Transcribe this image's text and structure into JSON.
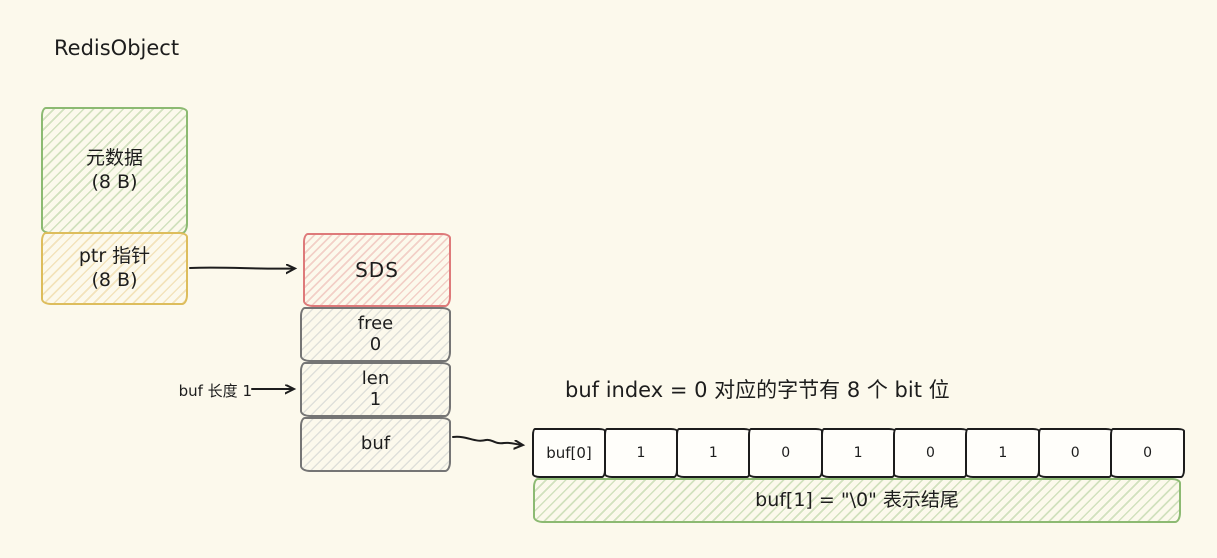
{
  "title": "RedisObject",
  "redis_object": {
    "metadata": {
      "line1": "元数据",
      "line2": "(8 B)"
    },
    "ptr": {
      "line1": "ptr 指针",
      "line2": "(8 B)"
    }
  },
  "sds": {
    "header": "SDS",
    "fields": [
      {
        "name": "free",
        "value": "0"
      },
      {
        "name": "len",
        "value": "1"
      },
      {
        "name": "buf"
      }
    ]
  },
  "annotations": {
    "len_note": "buf 长度 1",
    "bit_caption": "buf index =  0 对应的字节有 8 个 bit 位"
  },
  "bit_array": {
    "head_label": "buf[0]",
    "bits": [
      "1",
      "1",
      "0",
      "1",
      "0",
      "1",
      "0",
      "0"
    ],
    "terminator": "buf[1]  = \"\\0\" 表示结尾"
  },
  "colors": {
    "background": "#fcf9ec",
    "green_border": "#8cba72",
    "yellow_border": "#ddbd5c",
    "red_border": "#de7a7a",
    "gray_border": "#757575",
    "peach_hatch": "#eea65c",
    "ink": "#1d1d1d"
  }
}
